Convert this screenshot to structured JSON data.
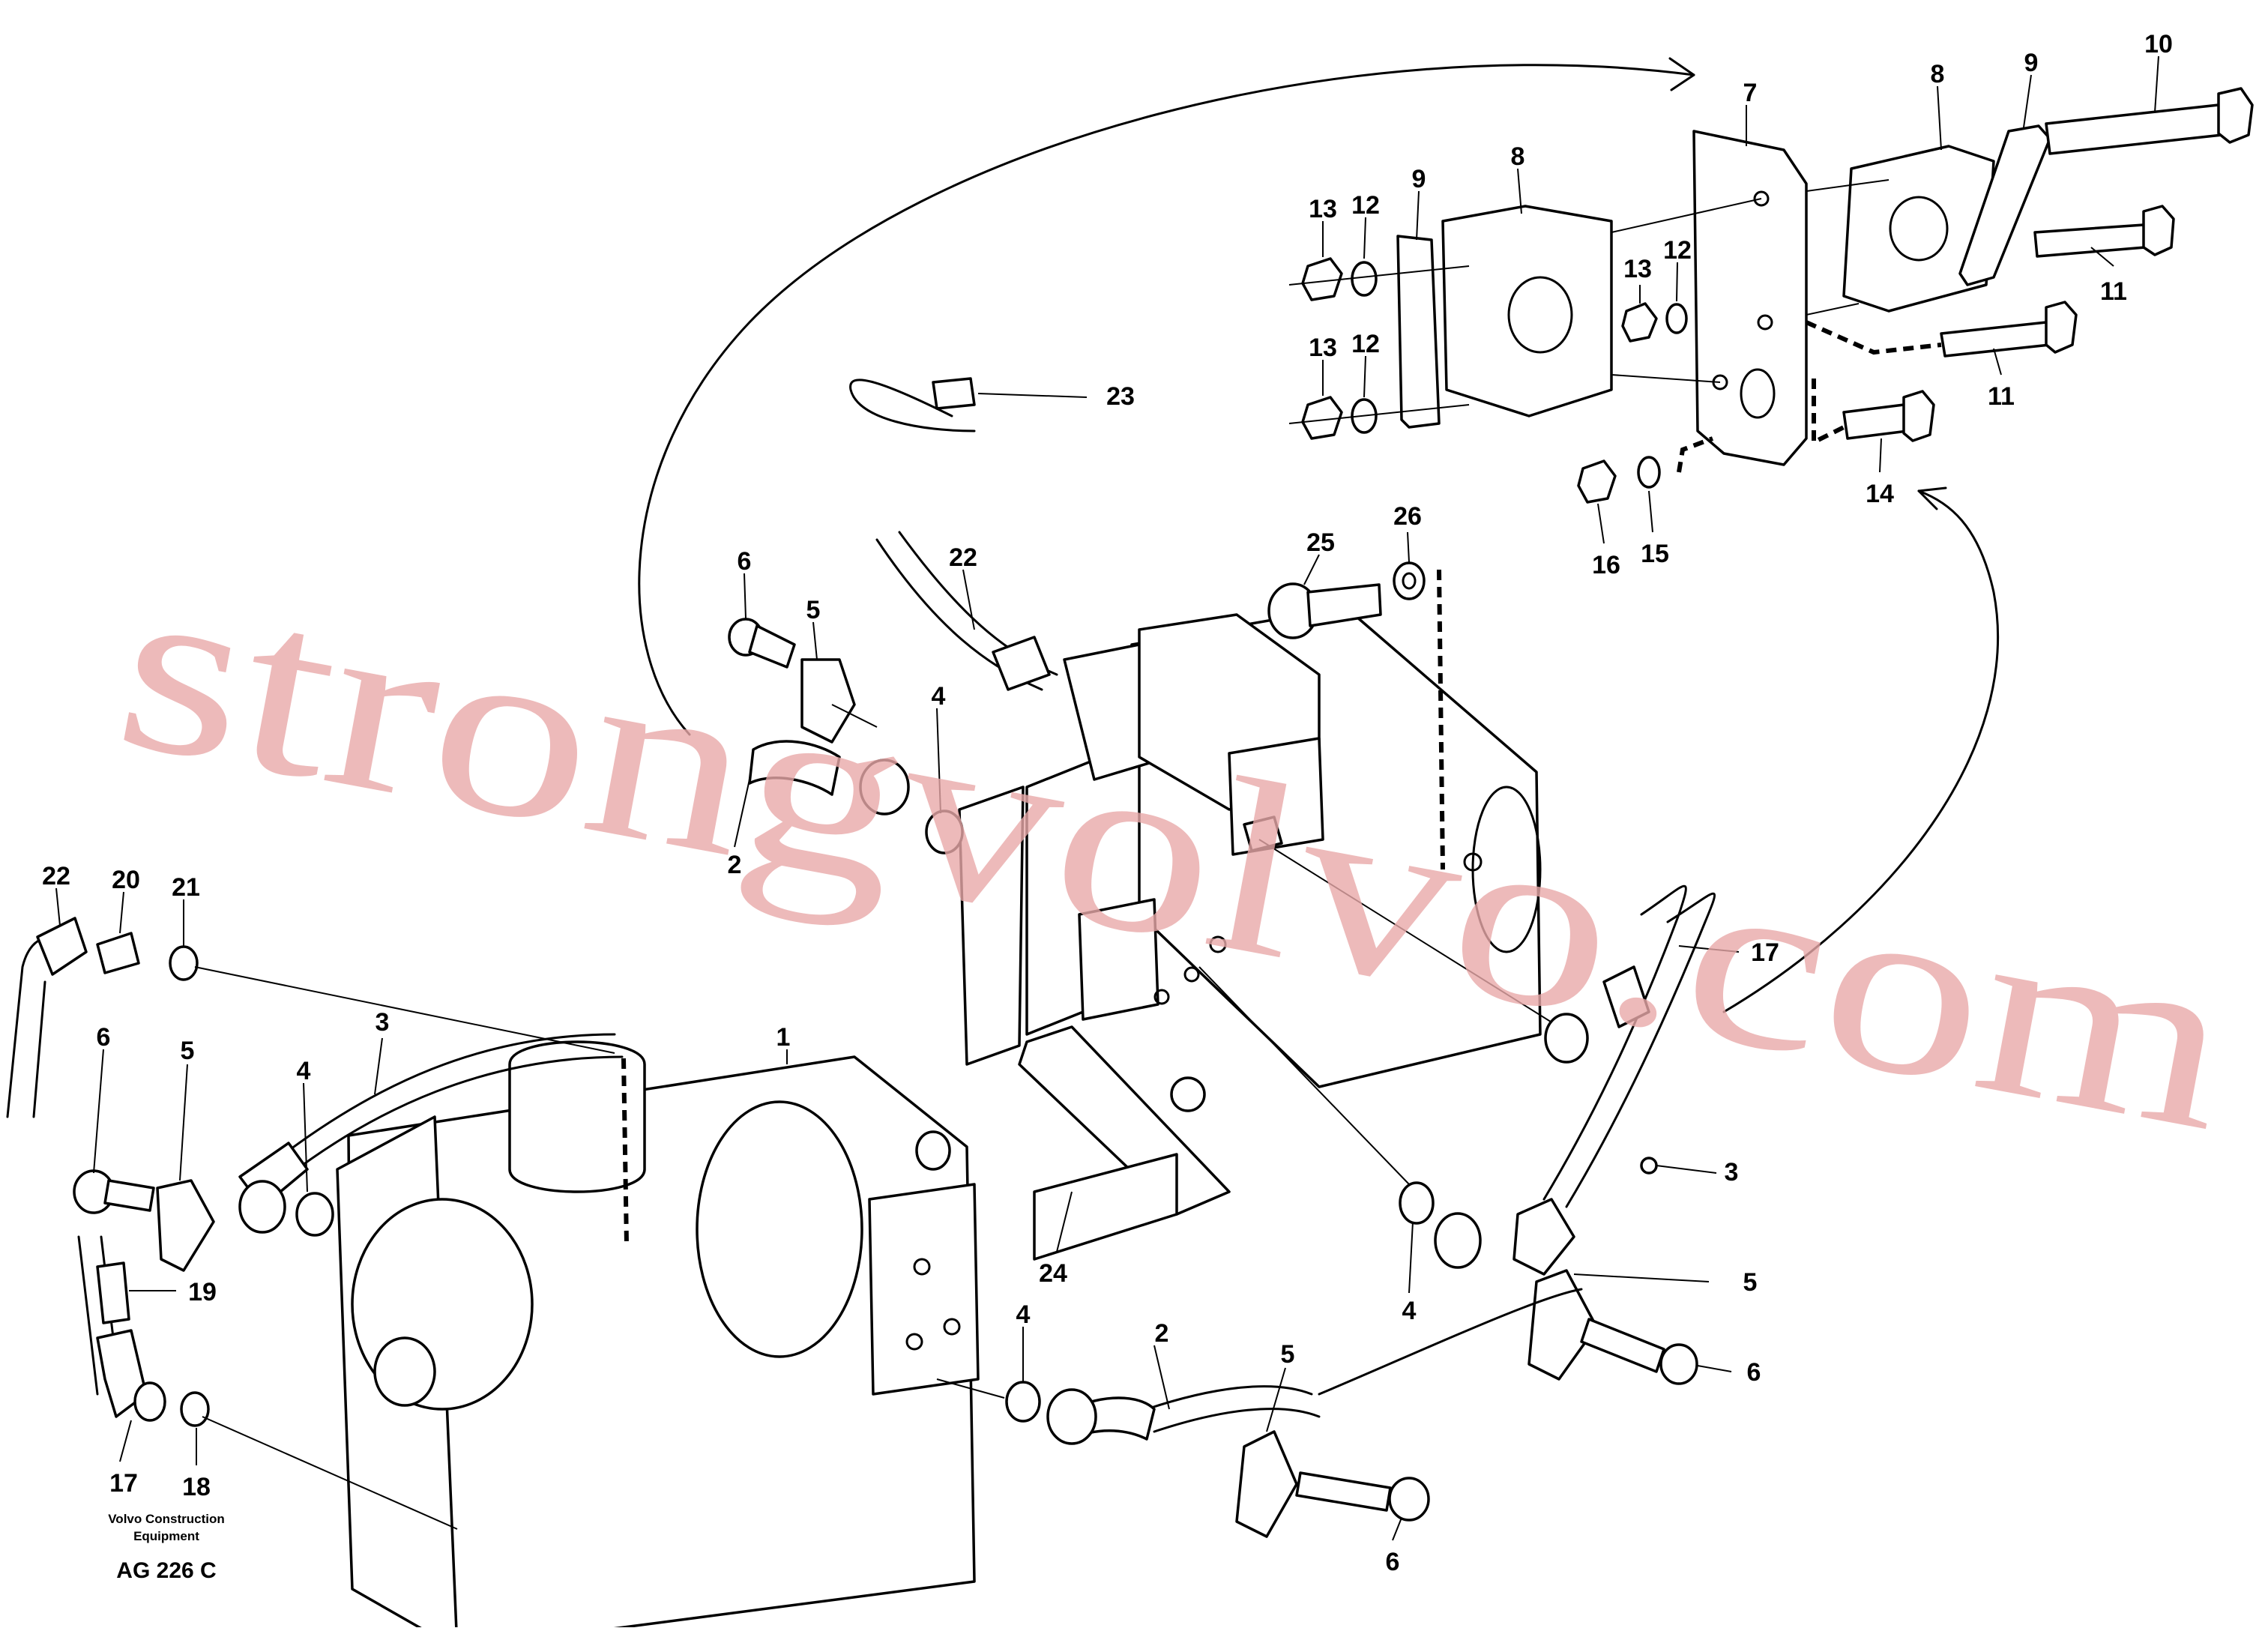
{
  "watermark": "strongvolvo.com",
  "credit": {
    "line1": "Volvo Construction",
    "line2": "Equipment",
    "code": "AG 226 C"
  },
  "labels": {
    "p1": "1",
    "p2a": "2",
    "p2b": "2",
    "p3a": "3",
    "p3b": "3",
    "p4a": "4",
    "p4b": "4",
    "p4c": "4",
    "p4d": "4",
    "p5a": "5",
    "p5b": "5",
    "p5c": "5",
    "p5d": "5",
    "p6a": "6",
    "p6b": "6",
    "p6c": "6",
    "p6d": "6",
    "p7": "7",
    "p8a": "8",
    "p8b": "8",
    "p9a": "9",
    "p9b": "9",
    "p10": "10",
    "p11a": "11",
    "p11b": "11",
    "p12a": "12",
    "p12b": "12",
    "p12c": "12",
    "p13a": "13",
    "p13b": "13",
    "p13c": "13",
    "p14": "14",
    "p15": "15",
    "p16": "16",
    "p17a": "17",
    "p17b": "17",
    "p18": "18",
    "p19": "19",
    "p20": "20",
    "p21": "21",
    "p22a": "22",
    "p22b": "22",
    "p23": "23",
    "p24": "24",
    "p25": "25",
    "p26": "26"
  }
}
